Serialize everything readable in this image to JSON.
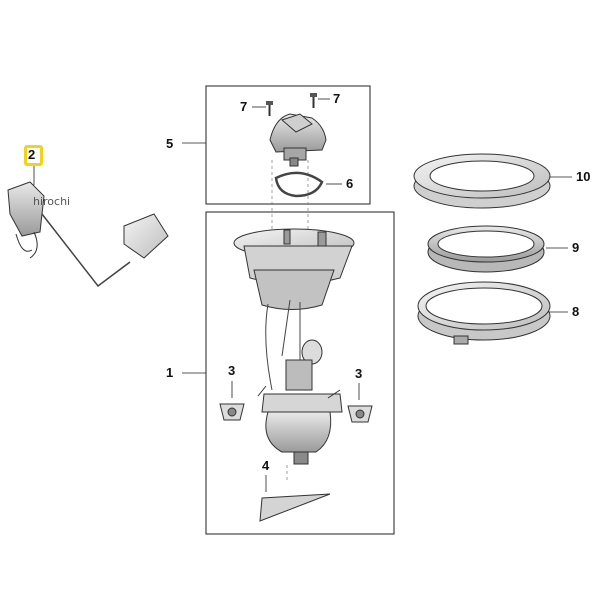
{
  "callouts": {
    "c1": "1",
    "c2": "2",
    "c3a": "3",
    "c3b": "3",
    "c4": "4",
    "c5": "5",
    "c6": "6",
    "c7a": "7",
    "c7b": "7",
    "c8": "8",
    "c9": "9",
    "c10": "10"
  },
  "watermark": "hirochi",
  "colors": {
    "highlight": "#f2d21c",
    "line": "#222222"
  }
}
